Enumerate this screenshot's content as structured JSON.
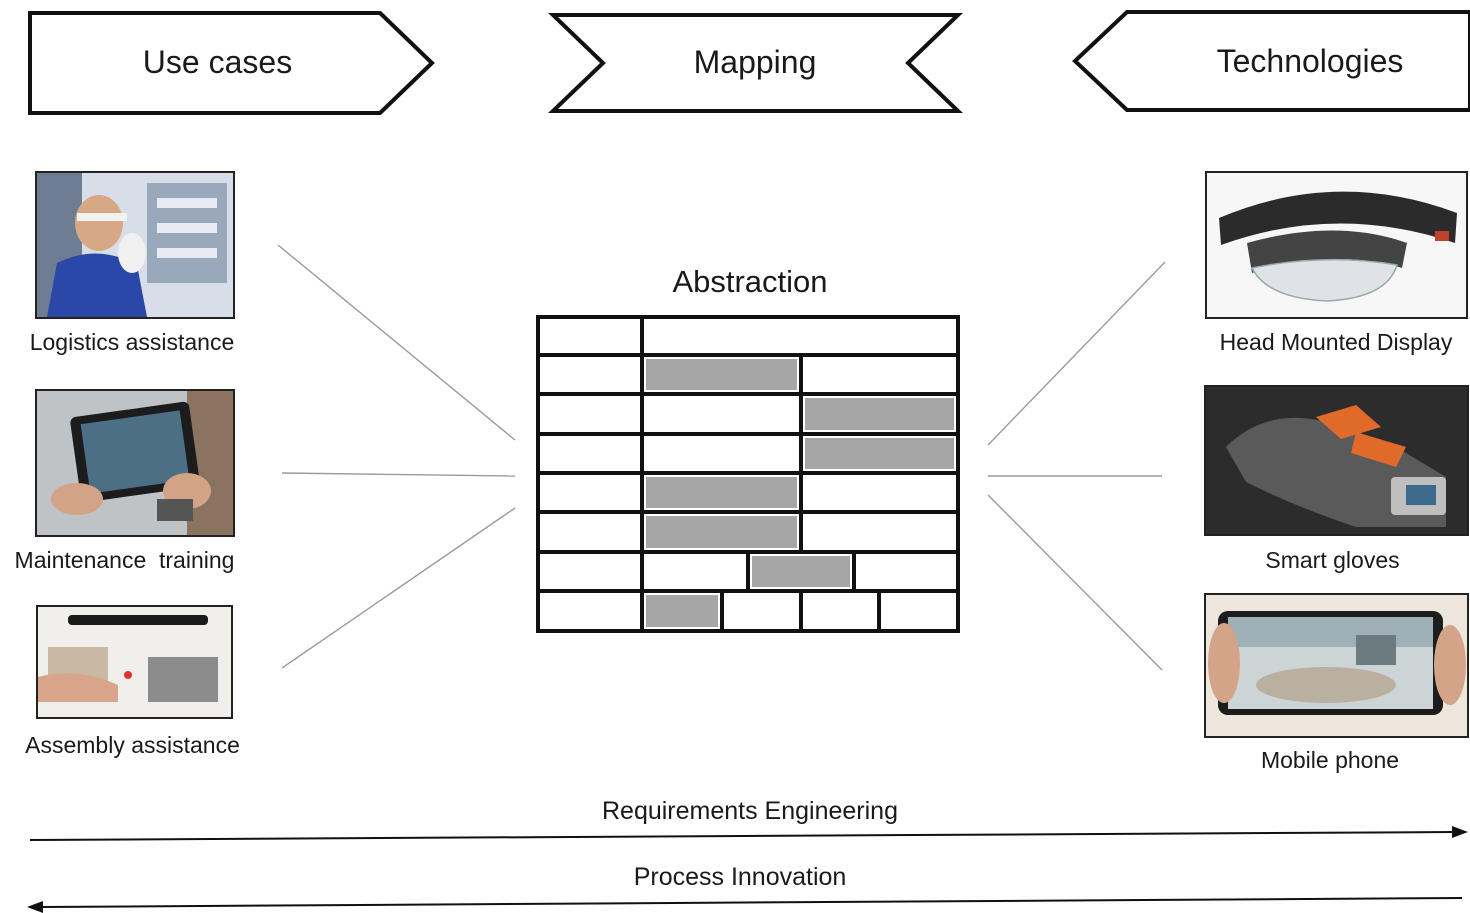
{
  "header": {
    "use_cases": "Use cases",
    "mapping": "Mapping",
    "technologies": "Technologies"
  },
  "abstraction": {
    "title": "Abstraction"
  },
  "use_cases": [
    {
      "label": "Logistics assistance",
      "icon": "worker-with-smart-glasses-photo"
    },
    {
      "label": "Maintenance  training",
      "icon": "tablet-in-hands-photo"
    },
    {
      "label": "Assembly assistance",
      "icon": "projected-assembly-workstation-photo"
    }
  ],
  "technologies": [
    {
      "label": "Head Mounted Display",
      "icon": "head-mounted-display-photo"
    },
    {
      "label": "Smart gloves",
      "icon": "smart-glove-photo"
    },
    {
      "label": "Mobile phone",
      "icon": "mobile-phone-ar-photo"
    }
  ],
  "bottom": {
    "requirements": "Requirements Engineering",
    "innovation": "Process Innovation"
  },
  "colors": {
    "outline": "#111111",
    "cell_fill": "#a6a6a6",
    "connector": "#9a9a9a"
  }
}
